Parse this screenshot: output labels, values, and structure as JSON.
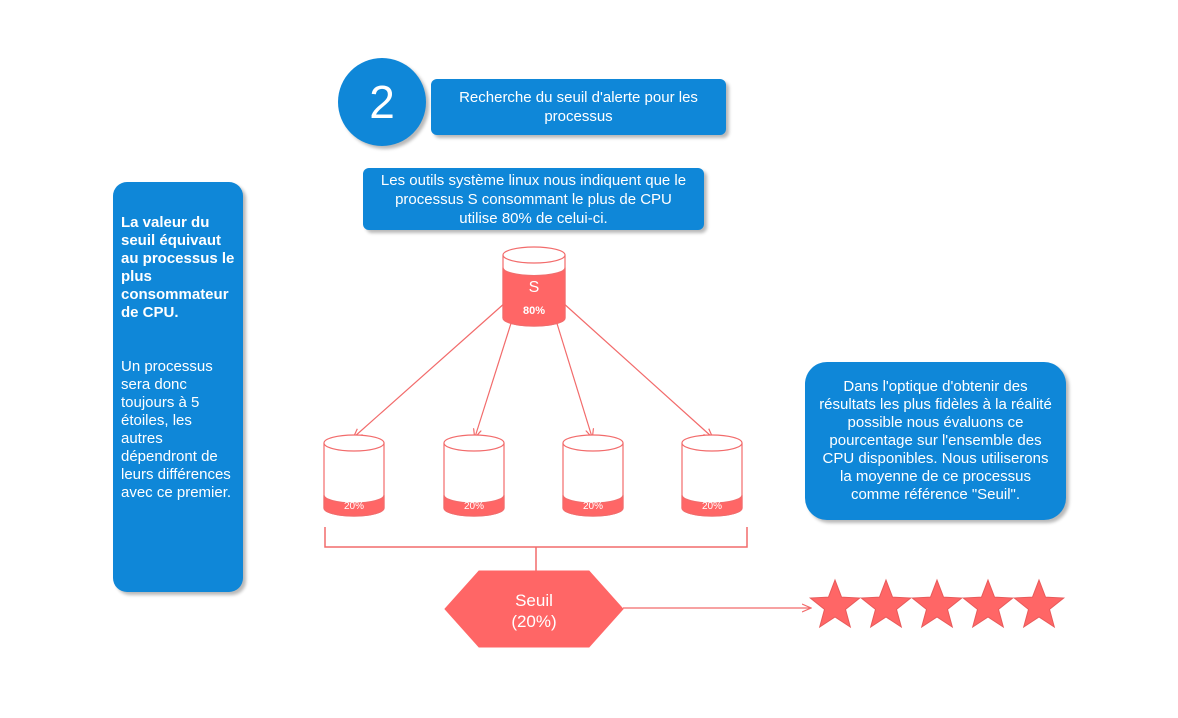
{
  "step": {
    "number": "2"
  },
  "title": {
    "text": "Recherche du seuil d'alerte pour les processus"
  },
  "info": {
    "text": "Les outils système linux nous indiquent que le processus S consommant le plus de CPU utilise 80% de celui-ci."
  },
  "left_panel": {
    "bold_text": "La valeur du seuil équivaut au processus le plus consommateur de CPU.",
    "text": "Un processus sera donc toujours à 5 étoiles, les autres dépendront de leurs différences avec ce premier."
  },
  "right_panel": {
    "text": "Dans l'optique d'obtenir des résultats les plus fidèles à la réalité possible nous évaluons ce pourcentage sur l'ensemble des CPU disponibles. Nous utiliserons la moyenne de ce processus comme référence \"Seuil\"."
  },
  "main_process": {
    "name": "S",
    "percent": "80%",
    "fill_fraction": 0.8
  },
  "sub_processes": [
    {
      "percent": "20%",
      "fill_fraction": 0.2
    },
    {
      "percent": "20%",
      "fill_fraction": 0.2
    },
    {
      "percent": "20%",
      "fill_fraction": 0.2
    },
    {
      "percent": "20%",
      "fill_fraction": 0.2
    }
  ],
  "threshold": {
    "label": "Seuil",
    "value": "(20%)"
  },
  "rating": {
    "stars": 5
  },
  "colors": {
    "blue": "#0f87d8",
    "red": "#ff6666",
    "line": "#f26b6b"
  }
}
